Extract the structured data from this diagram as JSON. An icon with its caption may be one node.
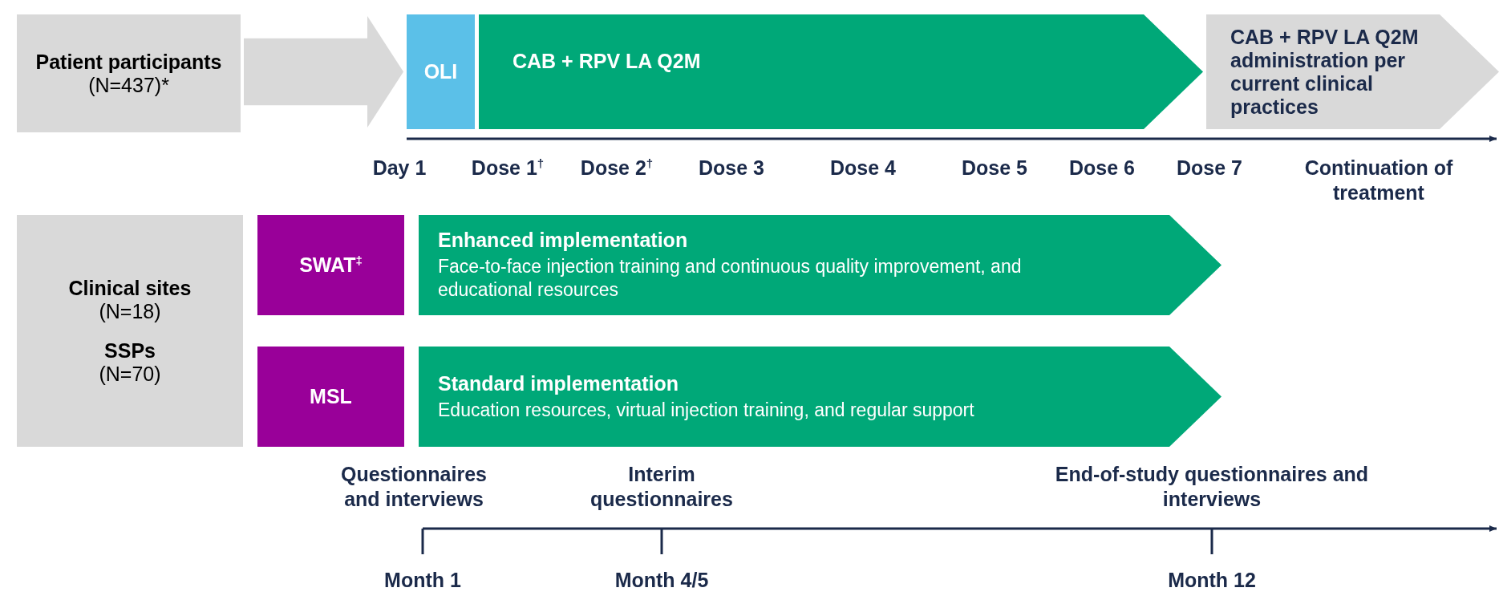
{
  "diagram": {
    "nodes": [
      {
        "text": [
          "Patient participants",
          "(N=437)*"
        ]
      },
      {
        "text": [
          "OLI"
        ]
      },
      {
        "text": [
          "CAB + RPV LA Q2M"
        ]
      },
      {
        "text": [
          "CAB + RPV LA Q2M administration per current clinical practices"
        ]
      },
      {
        "text": [
          "Clinical sites",
          "(N=18)",
          "SSPs",
          "(N=70)"
        ]
      },
      {
        "text": [
          "SWAT$^{‡}$"
        ]
      },
      {
        "text": [
          "Enhanced implementation",
          "Face-to-face injection training and continuous quality improvement, and educational resources"
        ]
      },
      {
        "text": [
          "MSL"
        ]
      },
      {
        "text": [
          "Standard implementation",
          "Education resources, virtual injection training, and regular support"
        ]
      }
    ],
    "edges": [
      {
        "from": 0,
        "to": 1,
        "arrow": "to"
      }
    ],
    "labels": [
      "Day 1",
      "Dose 1$^{†}$",
      "Dose 2$^{†}$",
      "Dose 3",
      "Dose 4",
      "Dose 5",
      "Dose 6",
      "Dose 7",
      "Continuation of treatment",
      "Questionnaires and interviews",
      "Interim questionnaires",
      "End-of-study questionnaires and interviews",
      "Month 1",
      "Month 4/5",
      "Month 12"
    ]
  }
}
